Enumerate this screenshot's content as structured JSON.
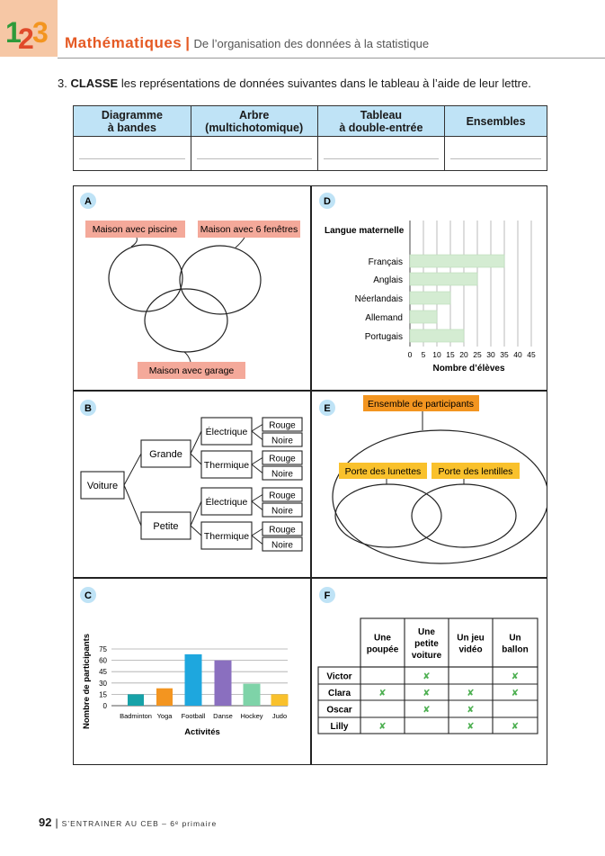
{
  "header": {
    "logo_digits": [
      "1",
      "2",
      "3"
    ],
    "title": "Mathématiques",
    "separator": "|",
    "subtitle": "De l’organisation des données à la statistique"
  },
  "instruction": {
    "number": "3.",
    "verb": "CLASSE",
    "text": "les représentations de données suivantes dans le tableau à l’aide de leur lettre."
  },
  "class_table": {
    "headers": [
      [
        "Diagramme",
        "à bandes"
      ],
      [
        "Arbre",
        "(multichotomique)"
      ],
      [
        "Tableau",
        "à double-entrée"
      ],
      [
        "Ensembles"
      ]
    ]
  },
  "panels": {
    "A": {
      "letter": "A",
      "labels": [
        "Maison avec piscine",
        "Maison avec 6 fenêtres",
        "Maison avec garage"
      ]
    },
    "B": {
      "letter": "B",
      "root": "Voiture",
      "level1": [
        "Grande",
        "Petite"
      ],
      "level2": [
        "Électrique",
        "Thermique",
        "Électrique",
        "Thermique"
      ],
      "level3": [
        "Rouge",
        "Noire",
        "Rouge",
        "Noire",
        "Rouge",
        "Noire",
        "Rouge",
        "Noire"
      ]
    },
    "C": {
      "letter": "C"
    },
    "D": {
      "letter": "D"
    },
    "E": {
      "letter": "E",
      "outer_label": "Ensemble de participants",
      "left_label": "Porte des lunettes",
      "right_label": "Porte des lentilles"
    },
    "F": {
      "letter": "F",
      "columns": [
        [
          "Une",
          "poupée"
        ],
        [
          "Une",
          "petite",
          "voiture"
        ],
        [
          "Un jeu",
          "vidéo"
        ],
        [
          "Un",
          "ballon"
        ]
      ],
      "rows": [
        {
          "name": "Victor",
          "checks": [
            false,
            true,
            false,
            true
          ]
        },
        {
          "name": "Clara",
          "checks": [
            true,
            true,
            true,
            true
          ]
        },
        {
          "name": "Oscar",
          "checks": [
            false,
            true,
            true,
            false
          ]
        },
        {
          "name": "Lilly",
          "checks": [
            true,
            false,
            true,
            true
          ]
        }
      ],
      "check_glyph": "✘"
    }
  },
  "chart_data": [
    {
      "type": "bar",
      "orientation": "vertical",
      "categories": [
        "Badminton",
        "Yoga",
        "Football",
        "Danse",
        "Hockey",
        "Judo"
      ],
      "values": [
        15,
        23,
        68,
        60,
        29,
        15
      ],
      "colors": [
        "#17a2a8",
        "#f39520",
        "#1ea7de",
        "#8a6fbf",
        "#7ed3a8",
        "#f9c12c"
      ],
      "xlabel": "Activités",
      "ylabel": "Nombre de participants",
      "yticks": [
        0,
        15,
        30,
        45,
        60,
        75
      ],
      "ylim": [
        0,
        75
      ],
      "grid": true
    },
    {
      "type": "bar",
      "orientation": "horizontal",
      "title": "Langue maternelle",
      "categories": [
        "Français",
        "Anglais",
        "Néerlandais",
        "Allemand",
        "Portugais"
      ],
      "values": [
        35,
        25,
        15,
        10,
        20
      ],
      "color": "#d4ecd2",
      "xlabel": "Nombre d’élèves",
      "xticks": [
        0,
        5,
        10,
        15,
        20,
        25,
        30,
        35,
        40,
        45
      ],
      "xlim": [
        0,
        45
      ],
      "grid": true
    }
  ],
  "colors": {
    "accent": "#e55a24",
    "table_header": "#bfe3f6",
    "badge": "#bfe3f6",
    "label_salmon": "#f4a99a",
    "label_orange": "#f39520",
    "label_yellow": "#f9c12c",
    "check_green": "#4caf50"
  },
  "footer": {
    "page_number": "92",
    "separator": "|",
    "text": "S’ENTRAINER AU CEB – 6ᵉ primaire"
  }
}
